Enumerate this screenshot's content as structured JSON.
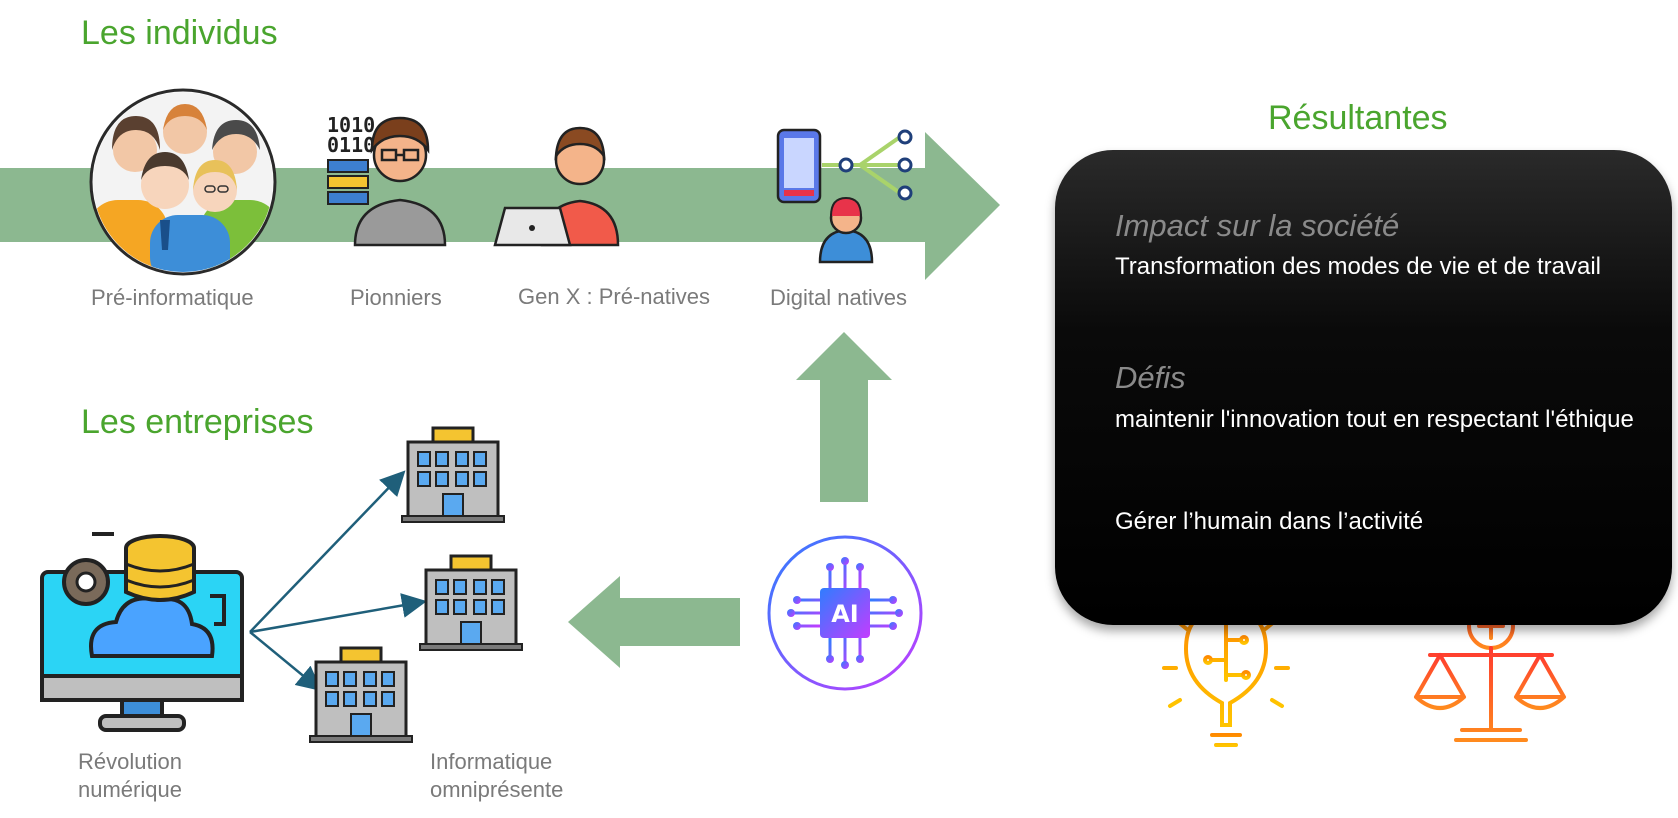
{
  "sections": {
    "individus_title": "Les individus",
    "entreprises_title": "Les entreprises",
    "resultantes_title": "Résultantes"
  },
  "individus": [
    {
      "label": "Pré-informatique",
      "icon": "group-of-people-icon"
    },
    {
      "label": "Pionniers",
      "icon": "programmer-icon"
    },
    {
      "label": "Gen X : Pré-natives",
      "icon": "laptop-user-icon"
    },
    {
      "label": "Digital natives",
      "icon": "mobile-network-user-icon"
    }
  ],
  "entreprises": {
    "revolution_label": "Révolution numérique",
    "omnipresente_label": "Informatique omniprésente",
    "icons": [
      "computer-database-cloud-icon",
      "office-building-icon",
      "ai-chip-icon"
    ]
  },
  "resultantes": {
    "impact_heading": "Impact sur la société",
    "impact_text": "Transformation des modes de vie et de travail",
    "defis_heading": "Défis",
    "defis_text": "maintenir l'innovation tout en respectant l'éthique",
    "humain_text": "Gérer l’humain dans l’activité",
    "icons": [
      "innovation-lightbulb-icon",
      "ethics-scale-icon"
    ]
  },
  "colors": {
    "arrow": "#8cb890",
    "title_green": "#4aa52e",
    "caption_gray": "#7a7a7a",
    "connector": "#1f5f7a",
    "ai_gradient_start": "#3a7bff",
    "ai_gradient_end": "#c03dff"
  }
}
